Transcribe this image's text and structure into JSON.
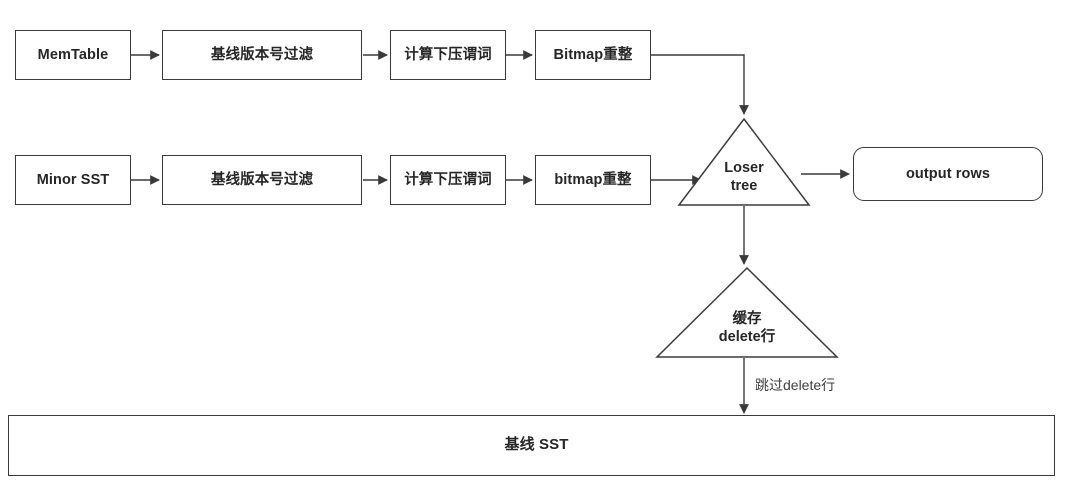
{
  "diagram": {
    "title": "LSM read path merge flow",
    "background": "#ffffff",
    "stroke_color": "#3a3a3a",
    "text_color": "#262626",
    "edge_label_color": "#3f3f3f"
  },
  "nodes": {
    "memtable": "MemTable",
    "row1_version_filter": "基线版本号过滤",
    "row1_pushdown": "计算下压谓词",
    "row1_bitmap": "Bitmap重整",
    "minor_sst": "Minor SST",
    "row2_version_filter": "基线版本号过滤",
    "row2_pushdown": "计算下压谓词",
    "row2_bitmap": "bitmap重整",
    "loser_tree": "Loser\ntree",
    "cache_delete": "缓存\ndelete行",
    "output_rows": "output rows",
    "baseline_sst": "基线 SST"
  },
  "edge_labels": {
    "skip_delete_rows": "跳过delete行"
  }
}
